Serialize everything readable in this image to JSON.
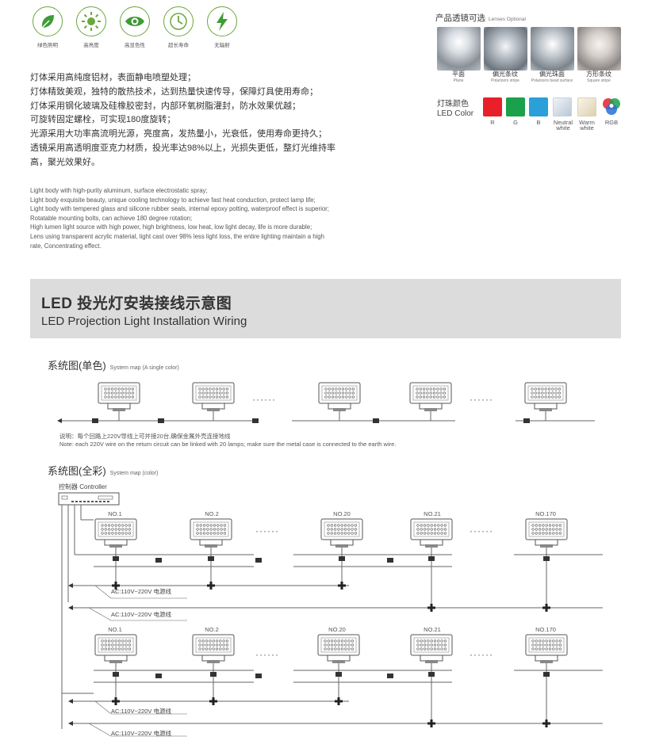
{
  "features": [
    {
      "icon": "leaf-icon",
      "label": "绿色照明"
    },
    {
      "icon": "sun-icon",
      "label": "高亮度"
    },
    {
      "icon": "eye-icon",
      "label": "高显色性"
    },
    {
      "icon": "clock-icon",
      "label": "超长寿命"
    },
    {
      "icon": "lightning-icon",
      "label": "无辐射"
    }
  ],
  "lenses": {
    "title_cn": "产品透镜可选",
    "title_en": "Lenses Optional",
    "items": [
      {
        "cn": "平面",
        "en": "Plane"
      },
      {
        "cn": "偏光条纹",
        "en": "Polarizers stripe"
      },
      {
        "cn": "偏光珠面",
        "en": "Polarizers bead surface"
      },
      {
        "cn": "方形条纹",
        "en": "Square stripe"
      }
    ]
  },
  "led_color": {
    "title_cn": "灯珠颜色",
    "title_en": "LED Color",
    "items": [
      {
        "label": "R",
        "color": "#e8202a"
      },
      {
        "label": "G",
        "color": "#1aa14a"
      },
      {
        "label": "B",
        "color": "#2a9fd8"
      },
      {
        "label": "Neutral white",
        "color": "#d4e0ea"
      },
      {
        "label": "Warm white",
        "color": "#eee4cc"
      },
      {
        "label": "RGB",
        "color": "rgb"
      }
    ]
  },
  "desc_cn": [
    "灯体采用高纯度铝材，表面静电喷塑处理；",
    "灯体精致美观，独特的散热技术，达到热量快速传导，保障灯具使用寿命；",
    "灯体采用钢化玻璃及硅橡胶密封，内部环氧树脂灌封，防水效果优越；",
    "可旋转固定螺栓，可实现180度旋转；",
    "光源采用大功率高流明光源，亮度高，发热量小，光衰低，使用寿命更持久；",
    "透镜采用高透明度亚克力材质，投光率达98%以上，光损失更低，整灯光维持率",
    "高，聚光效果好。"
  ],
  "desc_en": [
    "Light body with high-purity aluminum, surface electrostatic spray;",
    "Light body exquisite beauty, unique cooling technology to achieve fast heat conduction, protect lamp life;",
    "Light body with tempered glass and silicone rubber seals, internal epoxy potting, waterproof effect is superior;",
    "Rotatable mounting bolts, can achieve 180 degree rotation;",
    "High lumen light source with high power, high brightness, low heat, low light decay, life is more durable;",
    "Lens using transparent acrylic material, light cast over 98% less light loss, the entire lighting maintain a high",
    "rate, Concentrating effect."
  ],
  "banner": {
    "title_cn": "LED 投光灯安装接线示意图",
    "title_en": "LED Projection Light Installation Wiring"
  },
  "single": {
    "title_cn": "系统图(单色)",
    "title_en": "System map (A single color)",
    "dots": "······",
    "note_cn": "说明：每个回路上220V导线上可并接20台,确保金属外壳连接地线",
    "note_en": "Note: each 220V wire on the return circuit can be linked with 20 lamps; make sure the metal case is connected to the earth wire."
  },
  "full": {
    "title_cn": "系统图(全彩)",
    "title_en": "System map (color)",
    "controller_cn": "控制器",
    "controller_en": "Controller",
    "lamp_numbers": [
      "NO.1",
      "NO.2",
      "NO.20",
      "NO.21",
      "NO.170"
    ],
    "ac_label": "AC:110V~220V 电源线",
    "dots": "······"
  }
}
